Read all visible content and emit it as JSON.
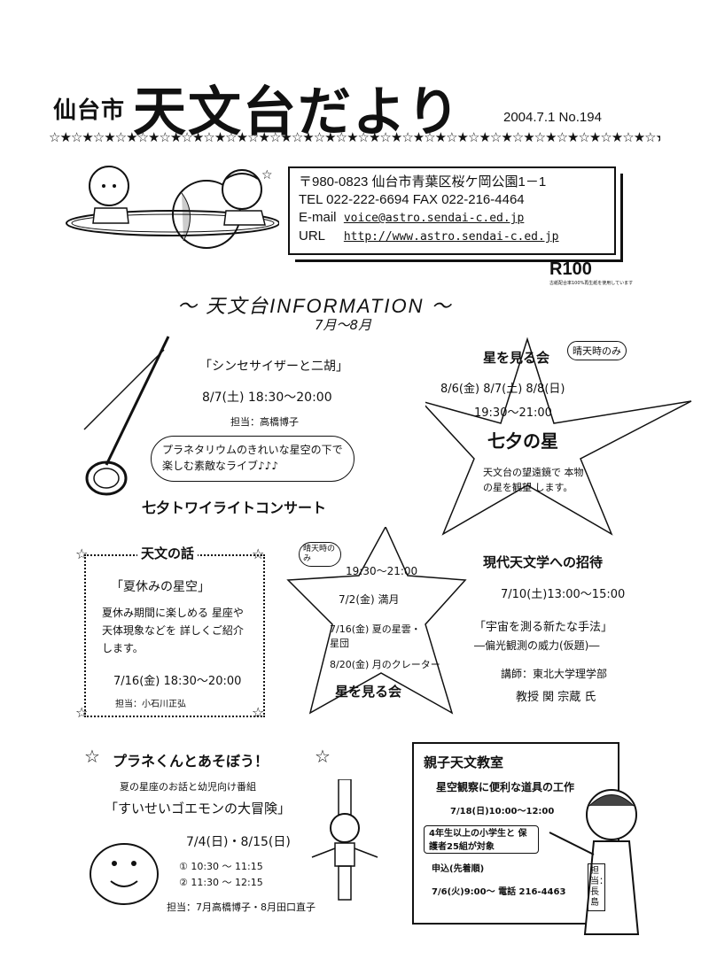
{
  "header": {
    "city": "仙台市",
    "title": "天文台だより",
    "date_issue": "2004.7.1 No.194",
    "stars": "☆★☆★☆★☆★☆★☆★☆★☆★☆★☆★☆★☆★☆★☆★☆★☆★☆★☆★☆★☆★☆★☆★☆★☆★☆★☆★☆★☆★☆★☆★★"
  },
  "contact": {
    "address": "〒980-0823 仙台市青葉区桜ケ岡公園1－1",
    "tel_fax": "TEL 022-222-6694 FAX 022-216-4464",
    "email_label": "E-mail",
    "email": "voice@astro.sendai-c.ed.jp",
    "url_label": "URL",
    "url": "http://www.astro.sendai-c.ed.jp"
  },
  "recycle": {
    "mark": "R100",
    "note": "古紙配合率100%再生紙を使用しています"
  },
  "info": {
    "title": "～ 天文台INFORMATION ～",
    "period": "7月～8月"
  },
  "concert": {
    "subtitle": "「シンセサイザーと二胡」",
    "datetime": "8/7(土) 18:30～20:00",
    "staff": "担当：高橋博子",
    "bubble": "プラネタリウムのきれいな星空の下で 楽しむ素敵なライブ♪♪♪",
    "title": "七夕トワイライトコンサート"
  },
  "stargaze_summer": {
    "title": "星を見る会",
    "tag": "晴天時のみ",
    "dates": "8/6(金) 8/7(土) 8/8(日)",
    "time": "19:30～21:00",
    "theme": "七夕の星",
    "desc": "天文台の望遠鏡で 本物の星を観望 します。"
  },
  "talk": {
    "title": "天文の話",
    "subtitle": "「夏休みの星空」",
    "desc": "夏休み期間に楽しめる 星座や天体現象などを 詳しくご紹介します。",
    "datetime": "7/16(金) 18:30～20:00",
    "staff": "担当：小石川正弘"
  },
  "stargaze_july": {
    "tag": "晴天時のみ",
    "time": "19:30～21:00",
    "line1": "7/2(金) 満月",
    "line2": "7/16(金) 夏の星雲・星団",
    "line3": "8/20(金) 月のクレーター",
    "title": "星を見る会"
  },
  "modern": {
    "title": "現代天文学への招待",
    "datetime": "7/10(土)13:00～15:00",
    "subtitle": "「宇宙を測る新たな手法」",
    "sub2": "―偏光観測の威力(仮題)―",
    "lecturer": "講師：東北大学理学部",
    "lecturer2": "教授 関 宗蔵 氏"
  },
  "plane": {
    "title": "プラネくんとあそぼう！",
    "desc": "夏の星座のお話と幼児向け番組",
    "program": "「すいせいゴエモンの大冒険」",
    "dates": "7/4(日)・8/15(日)",
    "slot1": "① 10:30 ～ 11:15",
    "slot2": "② 11:30 ～ 12:15",
    "staff": "担当：7月高橋博子・8月田口直子"
  },
  "parent": {
    "title": "親子天文教室",
    "subtitle": "星空観察に便利な道具の工作",
    "datetime": "7/18(日)10:00～12:00",
    "target": "4年生以上の小学生と 保護者25組が対象",
    "apply": "申込(先着順)",
    "apply_detail": "7/6(火)9:00～ 電話 216-4463",
    "staff": "担当：長島"
  }
}
